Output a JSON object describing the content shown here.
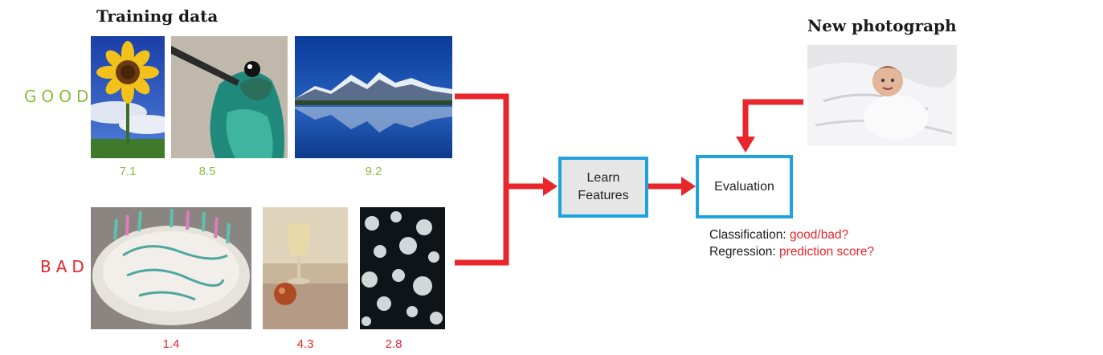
{
  "training": {
    "title": "Training data",
    "good_label": "GOOD",
    "bad_label": "BAD",
    "good_scores": [
      "7.1",
      "8.5",
      "9.2"
    ],
    "bad_scores": [
      "1.4",
      "4.3",
      "2.8"
    ]
  },
  "new_photo": {
    "title": "New photograph"
  },
  "pipeline": {
    "learn_line1": "Learn",
    "learn_line2": "Features",
    "evaluation": "Evaluation"
  },
  "tasks": {
    "classification_label": "Classification:",
    "classification_value": "good/bad?",
    "regression_label": "Regression:",
    "regression_value": "prediction score?"
  },
  "colors": {
    "good": "#8bbf44",
    "bad": "#e8262c",
    "arrow": "#e8262c",
    "box_border": "#1fa3e0",
    "learn_box_fill": "#e6e6e6"
  }
}
